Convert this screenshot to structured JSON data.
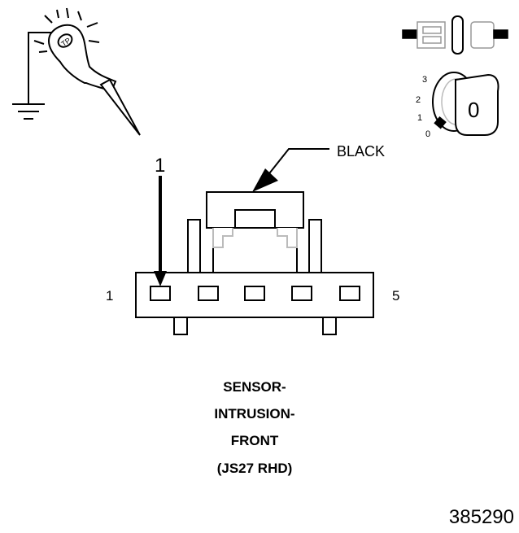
{
  "wire_color_label": "BLACK",
  "pin_callout": "1",
  "pin_left_label": "1",
  "pin_right_label": "5",
  "caption": {
    "line1": "SENSOR-",
    "line2": "INTRUSION-",
    "line3": "FRONT",
    "line4": "(JS27 RHD)"
  },
  "ignition_positions": [
    "3",
    "2",
    "1",
    "0"
  ],
  "ignition_key_label": "0",
  "figure_number": "385290",
  "icons": {
    "probe": "test-probe-icon",
    "disconnect": "disconnected-connector-icon",
    "ignition": "ignition-switch-icon"
  }
}
